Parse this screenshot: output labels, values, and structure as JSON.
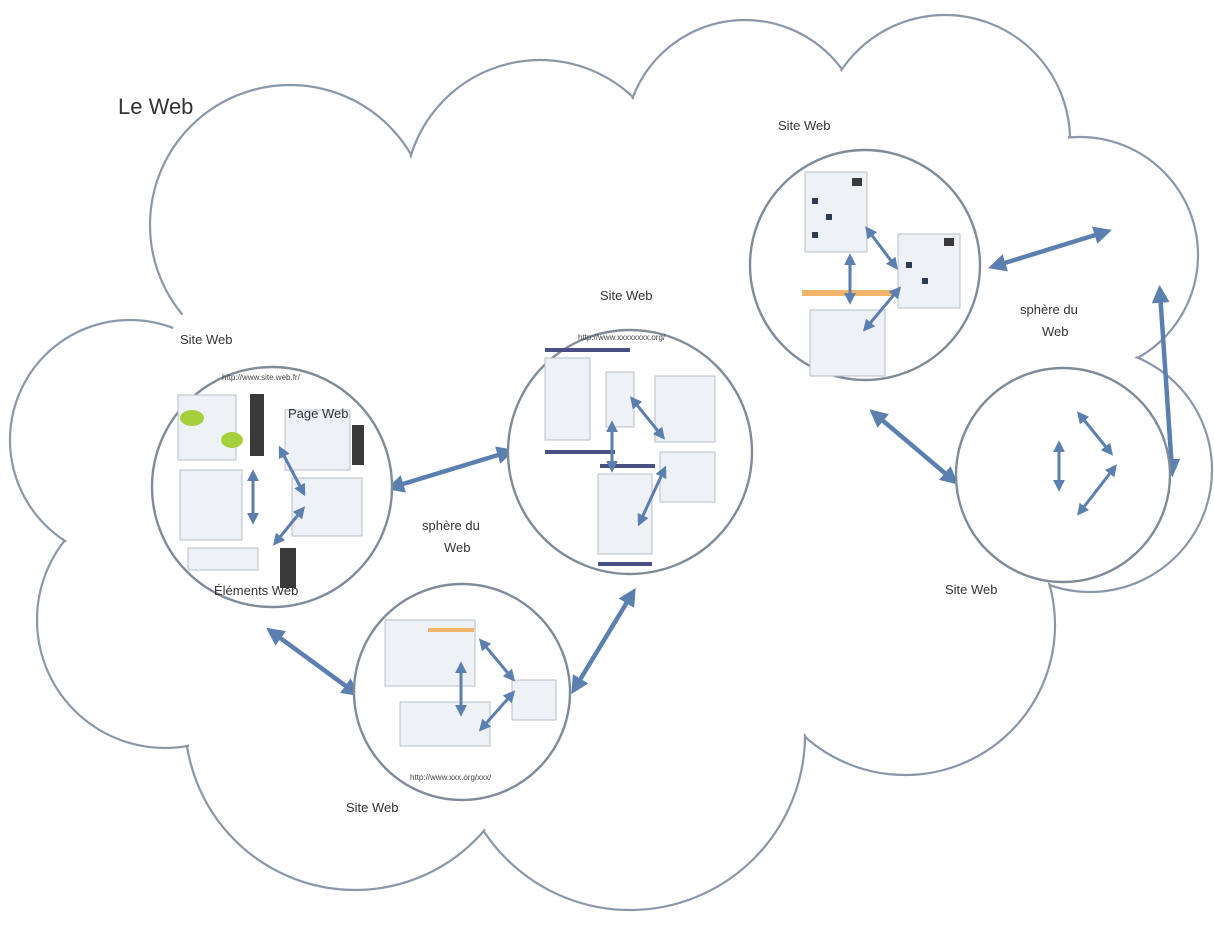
{
  "diagram": {
    "title": "Le Web",
    "spheres": [
      {
        "id": "sphere-center",
        "label_line1": "sphère du",
        "label_line2": "Web"
      },
      {
        "id": "sphere-right",
        "label_line1": "sphère du",
        "label_line2": "Web"
      }
    ],
    "sites": [
      {
        "id": "site-left",
        "label": "Site Web",
        "url": "http://www.site.web.fr/",
        "inner_labels": [
          "Page Web",
          "Éléments Web"
        ]
      },
      {
        "id": "site-center-top",
        "label": "Site Web",
        "url": "http://www.xxxxxxxx.org/"
      },
      {
        "id": "site-bottom",
        "label": "Site Web",
        "url": "http://www.xxx.org/xxx/"
      },
      {
        "id": "site-top-right",
        "label": "Site Web"
      },
      {
        "id": "site-right",
        "label": "Site Web"
      }
    ]
  },
  "colors": {
    "cloud_stroke": "#8a97a8",
    "circle_stroke": "#7f8b99",
    "arrow": "#5b7fae",
    "text": "#333333"
  }
}
